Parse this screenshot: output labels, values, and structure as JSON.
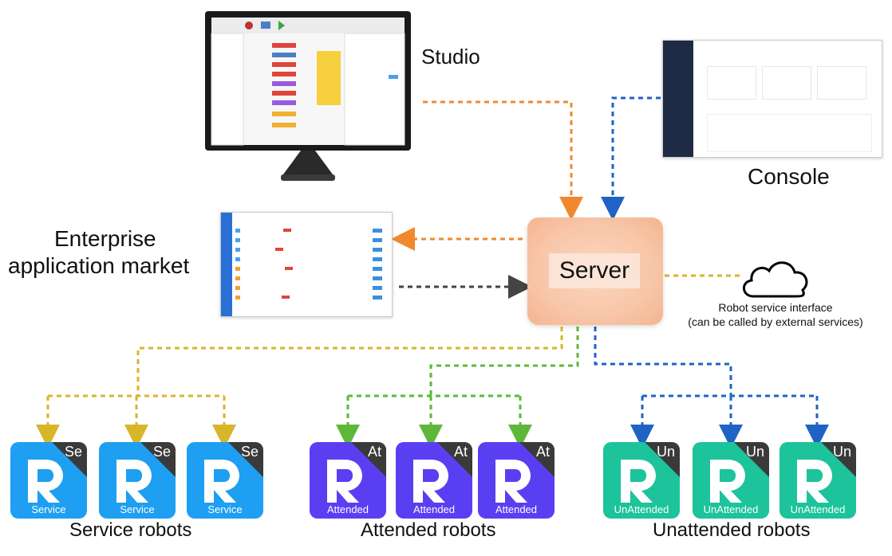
{
  "labels": {
    "studio": "Studio",
    "console": "Console",
    "market_line1": "Enterprise",
    "market_line2": "application market",
    "server": "Server",
    "cloud_line1": "Robot service interface",
    "cloud_line2": "(can be called by external services)"
  },
  "robot_groups": [
    {
      "title": "Service robots",
      "tag": "Se",
      "name": "Service",
      "color": "#1e9ff2"
    },
    {
      "title": "Attended robots",
      "tag": "At",
      "name": "Attended",
      "color": "#5a3ff2"
    },
    {
      "title": "Unattended robots",
      "tag": "Un",
      "name": "UnAttended",
      "color": "#1dc39a"
    }
  ],
  "connection_colors": {
    "studio": "#f0892e",
    "console": "#1f63c4",
    "market_out": "#f0892e",
    "market_in": "#444444",
    "cloud": "#d9b52a",
    "service": "#d9b52a",
    "attended": "#5db83a",
    "unattended": "#1f63c4"
  }
}
